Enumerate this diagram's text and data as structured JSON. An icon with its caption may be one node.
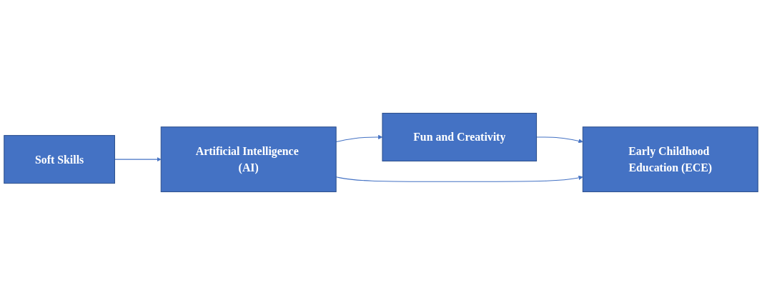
{
  "diagram": {
    "nodes": [
      {
        "text": [
          "Fun and Creativity"
        ]
      },
      {
        "text": [
          "Soft Skills"
        ]
      },
      {
        "text": [
          "Artificial Intelligence (AI)"
        ]
      },
      {
        "text": [
          "Early Childhood Education (ECE)"
        ]
      }
    ],
    "edges": [
      {
        "from": 1,
        "to": 2,
        "arrow": "to"
      },
      {
        "from": 2,
        "to": 0,
        "arrow": "to"
      },
      {
        "from": 0,
        "to": 3,
        "arrow": "to"
      },
      {
        "from": 2,
        "to": 3,
        "arrow": "to"
      }
    ]
  }
}
